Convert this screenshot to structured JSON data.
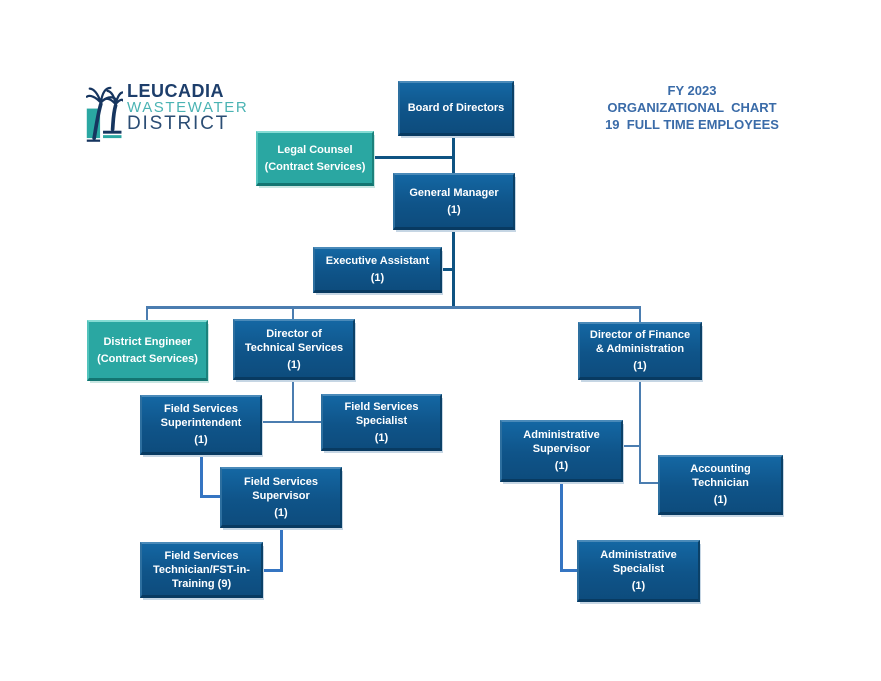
{
  "logo": {
    "line1": "LEUCADIA",
    "line2": "WASTEWATER",
    "line3": "DISTRICT",
    "icon": "palm-trees-icon"
  },
  "title": {
    "line1": "FY 2023",
    "line2": "ORGANIZATIONAL  CHART",
    "line3": "19  FULL TIME EMPLOYEES"
  },
  "colors": {
    "box_blue": "#11568C",
    "box_teal": "#2AA7A2",
    "box_text": "#FFFFFF",
    "connector_dark": "#0E5382",
    "connector_steel": "#4B7DB0",
    "connector_bright": "#3575C2",
    "title_text": "#3A6BA8",
    "logo_navy": "#1D3E6B",
    "logo_teal": "#4AB3B3",
    "background": "#FFFFFF"
  },
  "org": {
    "boxes": [
      {
        "label": "Board of Directors",
        "count": ""
      },
      {
        "label": "Legal Counsel",
        "count": "(Contract Services)"
      },
      {
        "label": "General Manager",
        "count": "(1)"
      },
      {
        "label": "Executive Assistant",
        "count": "(1)"
      },
      {
        "label": "District Engineer",
        "count": "(Contract Services)"
      },
      {
        "label": "Director of\nTechnical Services",
        "count": "(1)"
      },
      {
        "label": "Director of Finance\n& Administration",
        "count": "(1)"
      },
      {
        "label": "Field Services\nSuperintendent",
        "count": "(1)"
      },
      {
        "label": "Field Services\nSpecialist",
        "count": "(1)"
      },
      {
        "label": "Field Services\nSupervisor",
        "count": "(1)"
      },
      {
        "label": "Field Services\nTechnician/FST-in-\nTraining (9)",
        "count": ""
      },
      {
        "label": "Administrative\nSupervisor",
        "count": "(1)"
      },
      {
        "label": "Accounting\nTechnician",
        "count": "(1)"
      },
      {
        "label": "Administrative\nSpecialist",
        "count": "(1)"
      }
    ]
  }
}
